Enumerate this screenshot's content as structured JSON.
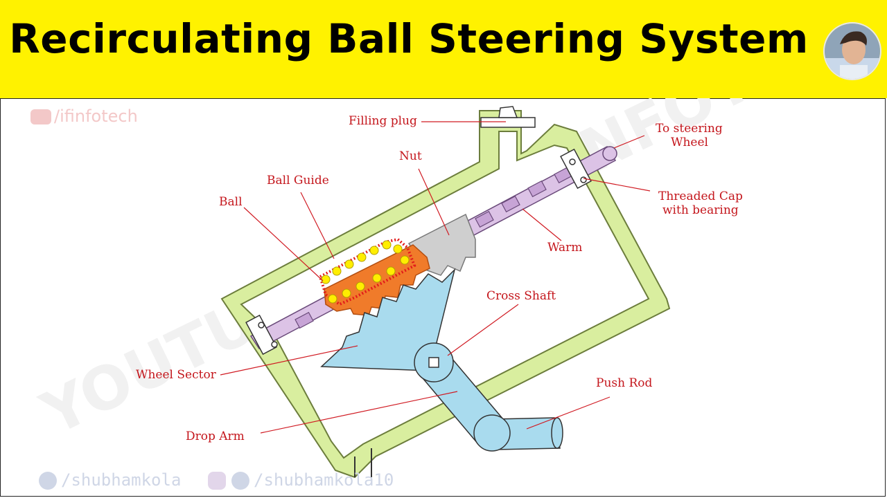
{
  "title": "Recirculating Ball Steering System",
  "watermark": {
    "channel": "/ifinfotech",
    "diagonal": "YOUTUBE.COM/IFINFOTECH",
    "twitter_handle": "/shubhamkola",
    "social_handle": "/shubhamkola10"
  },
  "labels": {
    "filling_plug": "Filling plug",
    "to_steering_1": "To steering",
    "to_steering_2": "Wheel",
    "nut": "Nut",
    "ball_guide": "Ball Guide",
    "ball": "Ball",
    "threaded_cap_1": "Threaded Cap",
    "threaded_cap_2": "with bearing",
    "warm": "Warm",
    "cross_shaft": "Cross Shaft",
    "wheel_sector": "Wheel Sector",
    "push_rod": "Push Rod",
    "drop_arm": "Drop Arm"
  },
  "colors": {
    "header": "#fff200",
    "housing": "#d9ee9f",
    "shaft": "#dcc3e6",
    "nut": "#cfcfcf",
    "ball_nut": "#f07b2a",
    "ball": "#ffee00",
    "sector": "#a9dbee",
    "label": "#c4161c"
  },
  "icons": [
    "youtube-icon",
    "twitter-icon",
    "instagram-icon",
    "facebook-icon",
    "avatar-photo"
  ]
}
